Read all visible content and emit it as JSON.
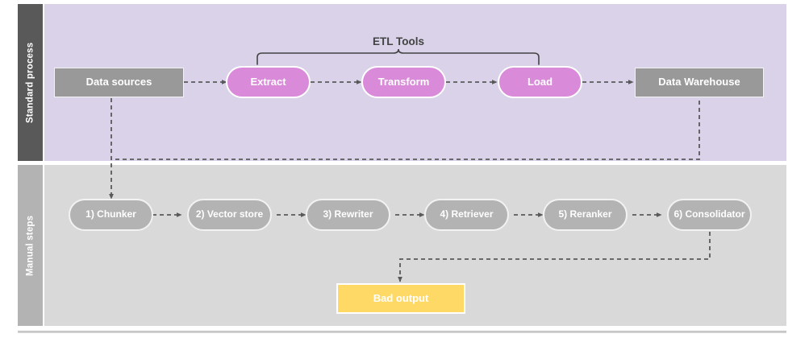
{
  "diagram": {
    "title": "ETL standard process and manual RAG steps",
    "colors": {
      "lane_top_header_bg": "#595959",
      "lane_top_body_bg": "#D9D2E9",
      "lane_bottom_header_bg": "#B3B3B3",
      "lane_bottom_body_bg": "#D9D9D9",
      "gray_node": "#999999",
      "purple_node": "#D98BD9",
      "gray_pill": "#B3B3B3",
      "yellow_node": "#FFD966",
      "connector": "#595959",
      "bracket": "#434343",
      "node_text": "#FFFFFF"
    }
  },
  "lanes": [
    {
      "id": "standard-process",
      "label": "Standard process"
    },
    {
      "id": "manual-steps",
      "label": "Manual steps"
    }
  ],
  "bracket": {
    "label": "ETL Tools"
  },
  "standard_process": {
    "nodes": [
      {
        "id": "data-sources",
        "label": "Data sources",
        "shape": "rect"
      },
      {
        "id": "extract",
        "label": "Extract",
        "shape": "pill-purple"
      },
      {
        "id": "transform",
        "label": "Transform",
        "shape": "pill-purple"
      },
      {
        "id": "load",
        "label": "Load",
        "shape": "pill-purple"
      },
      {
        "id": "data-warehouse",
        "label": "Data Warehouse",
        "shape": "rect"
      }
    ]
  },
  "manual_steps": {
    "nodes": [
      {
        "id": "chunker",
        "label": "1) Chunker",
        "shape": "pill-gray"
      },
      {
        "id": "vector-store",
        "label": "2) Vector store",
        "shape": "pill-gray"
      },
      {
        "id": "rewriter",
        "label": "3) Rewriter",
        "shape": "pill-gray"
      },
      {
        "id": "retriever",
        "label": "4) Retriever",
        "shape": "pill-gray"
      },
      {
        "id": "reranker",
        "label": "5) Reranker",
        "shape": "pill-gray"
      },
      {
        "id": "consolidator",
        "label": "6) Consolidator",
        "shape": "pill-gray"
      }
    ],
    "output": {
      "id": "bad-output",
      "label": "Bad output",
      "shape": "rect-yellow"
    }
  },
  "edges": [
    {
      "from": "data-sources",
      "to": "extract"
    },
    {
      "from": "extract",
      "to": "transform"
    },
    {
      "from": "transform",
      "to": "load"
    },
    {
      "from": "load",
      "to": "data-warehouse"
    },
    {
      "from": "data-sources",
      "to": "chunker"
    },
    {
      "from": "chunker",
      "to": "vector-store"
    },
    {
      "from": "vector-store",
      "to": "rewriter"
    },
    {
      "from": "rewriter",
      "to": "retriever"
    },
    {
      "from": "retriever",
      "to": "reranker"
    },
    {
      "from": "reranker",
      "to": "consolidator"
    },
    {
      "from": "consolidator",
      "to": "bad-output"
    },
    {
      "from": "data-warehouse",
      "to": "chunker"
    }
  ]
}
